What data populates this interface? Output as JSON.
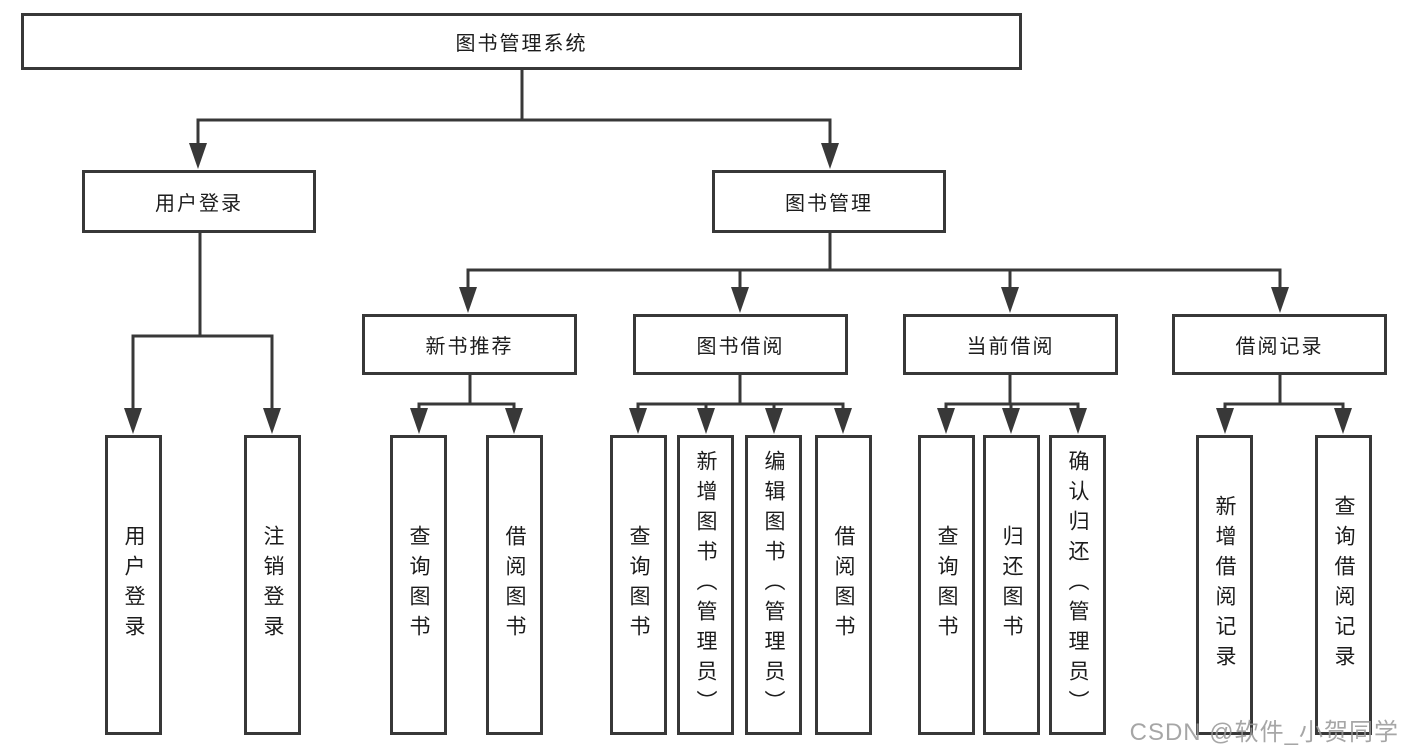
{
  "diagram": {
    "root": {
      "label": "图书管理系统"
    },
    "branches": [
      {
        "label": "用户登录",
        "leaves": [
          {
            "label": "用户登录"
          },
          {
            "label": "注销登录"
          }
        ]
      },
      {
        "label": "图书管理",
        "groups": [
          {
            "label": "新书推荐",
            "leaves": [
              {
                "label": "查询图书"
              },
              {
                "label": "借阅图书"
              }
            ]
          },
          {
            "label": "图书借阅",
            "leaves": [
              {
                "label": "查询图书"
              },
              {
                "label": "新增图书（管理员）"
              },
              {
                "label": "编辑图书（管理员）"
              },
              {
                "label": "借阅图书"
              }
            ]
          },
          {
            "label": "当前借阅",
            "leaves": [
              {
                "label": "查询图书"
              },
              {
                "label": "归还图书"
              },
              {
                "label": "确认归还（管理员）"
              }
            ]
          },
          {
            "label": "借阅记录",
            "leaves": [
              {
                "label": "新增借阅记录"
              },
              {
                "label": "查询借阅记录"
              }
            ]
          }
        ]
      }
    ]
  },
  "watermark": {
    "text": "CSDN @软件_小贺同学"
  },
  "colors": {
    "line": "#383838",
    "text": "#1c1c1c",
    "watermark": "#969696",
    "background": "#ffffff"
  }
}
